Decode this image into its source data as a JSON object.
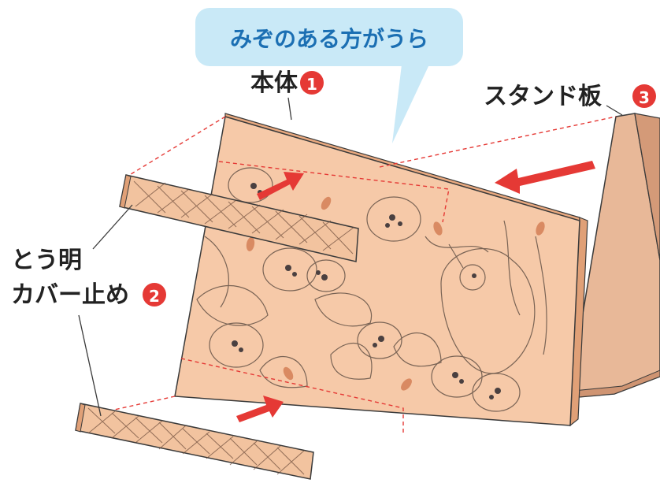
{
  "callout": {
    "text": "みぞのある方がうら"
  },
  "labels": {
    "body": {
      "text": "本体",
      "number": "1"
    },
    "stand": {
      "text": "スタンド板",
      "number": "3"
    },
    "cover_line1": {
      "text": "とう明"
    },
    "cover_line2": {
      "text": "カバー止め",
      "number": "2"
    }
  },
  "colors": {
    "board": "#f6c9a8",
    "board_edge": "#e9a97f",
    "stand": "#e8b898",
    "stand_edge": "#d49a78",
    "callout_bg": "#c9e9f7",
    "callout_text": "#1b6fb3",
    "arrow": "#e53935",
    "badge": "#e53935",
    "dashed": "#e53935",
    "outline": "#3a3a3a",
    "leaf_accent": "#d98a62"
  },
  "icons": [
    "arrow-right-red",
    "number-badge"
  ]
}
